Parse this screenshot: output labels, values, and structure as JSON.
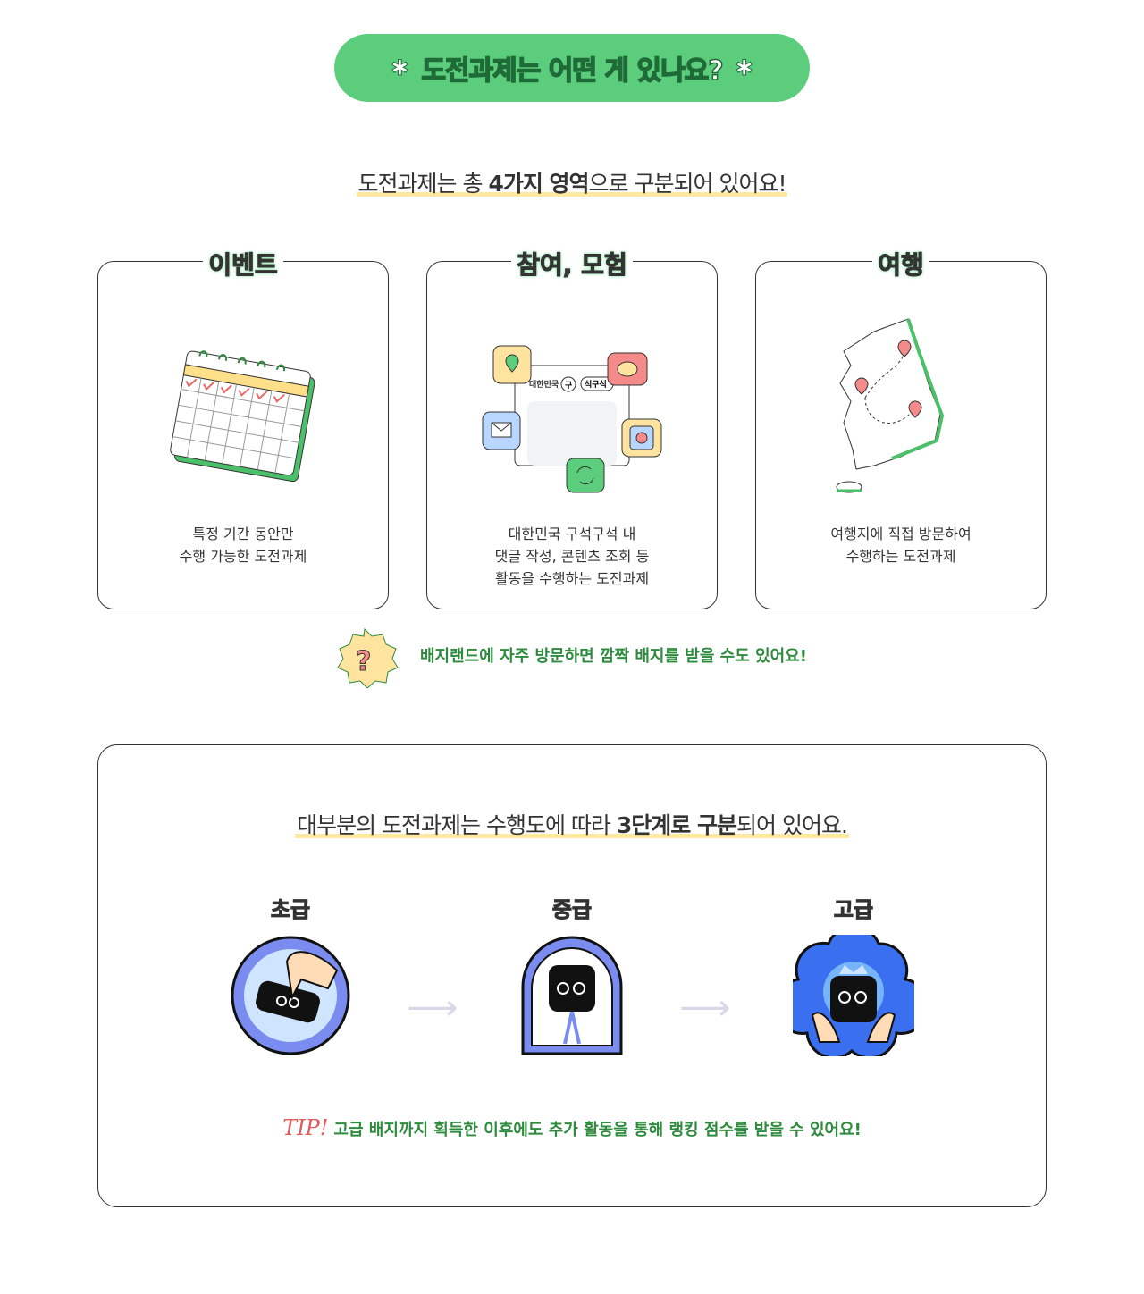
{
  "banner": {
    "highlight": "도전과제",
    "rest": "는 어떤 게 있나요?"
  },
  "intro": {
    "pre": "도전과제는 총 ",
    "bold": "4가지 영역",
    "post": "으로 구분되어 있어요!"
  },
  "cards": [
    {
      "title": "이벤트",
      "lines": [
        "특정 기간 동안만",
        "수행 가능한 도전과제"
      ]
    },
    {
      "title": "참여, 모험",
      "logo": [
        "대한민국",
        "구",
        "석구석"
      ],
      "lines": [
        "대한민국 구석구석 내",
        "댓글 작성, 콘텐츠 조회 등",
        "활동을 수행하는 도전과제"
      ]
    },
    {
      "title": "여행",
      "lines": [
        "여행지에 직접 방문하여",
        "수행하는 도전과제"
      ]
    }
  ],
  "hint": "배지랜드에 자주 방문하면 깜짝 배지를 받을 수도 있어요!",
  "levels": {
    "intro_pre": "대부분의 도전과제는 수행도에 따라 ",
    "intro_bold": "3단계로 구분",
    "intro_post": "되어 있어요.",
    "items": [
      "초급",
      "중급",
      "고급"
    ]
  },
  "tip": {
    "label": "TIP!",
    "text": "고급 배지까지 획득한 이후에도 추가 활동을 통해 랭킹 점수를 받을 수 있어요!"
  },
  "colors": {
    "green": "#5ccd7d",
    "text_green": "#2e8b3e",
    "highlight": "#ffe8a0"
  }
}
